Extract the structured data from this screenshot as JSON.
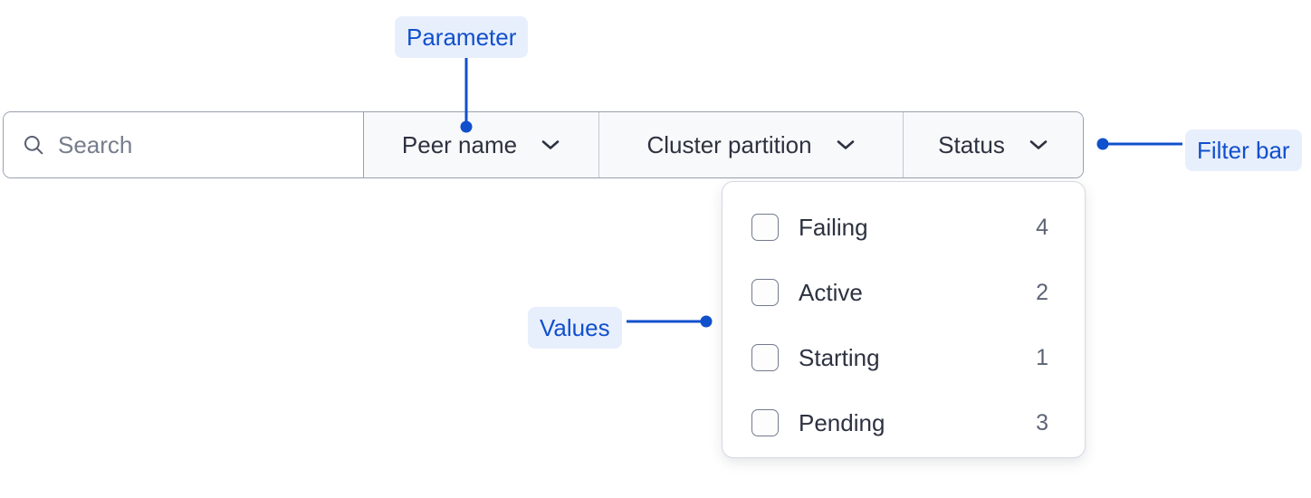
{
  "filter_bar": {
    "search": {
      "placeholder": "Search",
      "value": "",
      "icon": "search-icon"
    },
    "dropdowns": [
      {
        "label": "Peer name",
        "icon": "chevron-down-icon"
      },
      {
        "label": "Cluster partition",
        "icon": "chevron-down-icon"
      },
      {
        "label": "Status",
        "icon": "chevron-down-icon"
      }
    ]
  },
  "dropdown_panel": {
    "open_for": "Status",
    "options": [
      {
        "label": "Failing",
        "count": "4",
        "checked": false
      },
      {
        "label": "Active",
        "count": "2",
        "checked": false
      },
      {
        "label": "Starting",
        "count": "1",
        "checked": false
      },
      {
        "label": "Pending",
        "count": "3",
        "checked": false
      }
    ]
  },
  "annotations": [
    {
      "label": "Parameter",
      "points_to": "peer-name-dropdown"
    },
    {
      "label": "Values",
      "points_to": "dropdown-panel"
    },
    {
      "label": "Filter bar",
      "points_to": "filter-bar"
    }
  ],
  "colors": {
    "accent_blue": "#1150cc",
    "annotation_bg": "#e8effc",
    "bar_border": "#9aa0b0",
    "segment_bg": "#f8f9fa",
    "text": "#2d3240",
    "muted_text": "#5d6474"
  }
}
